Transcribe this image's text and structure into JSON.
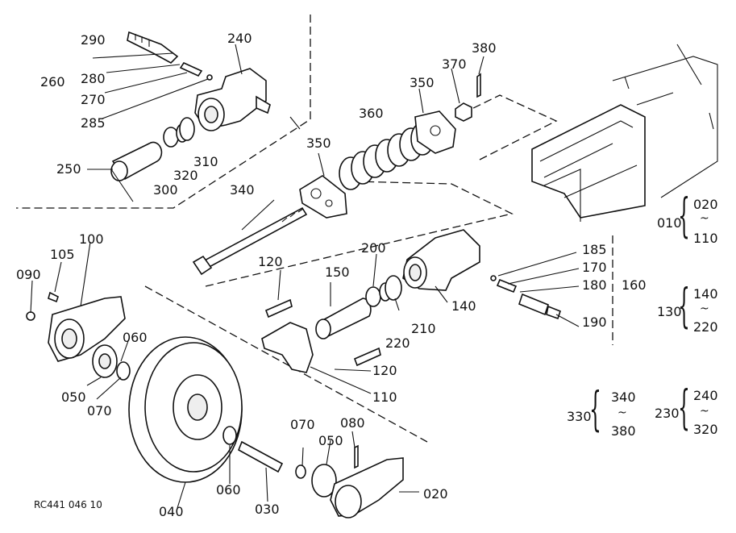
{
  "labels": {
    "p290": "290",
    "p240": "240",
    "p260": "260",
    "p280": "280",
    "p270": "270",
    "p285": "285",
    "p250": "250",
    "p300": "300",
    "p320": "320",
    "p310": "310",
    "p360": "360",
    "p350a": "350",
    "p370": "370",
    "p380": "380",
    "p350b": "350",
    "p340": "340",
    "p100": "100",
    "p105": "105",
    "p090": "090",
    "p120a": "120",
    "p150": "150",
    "p200": "200",
    "p185": "185",
    "p170": "170",
    "p180": "180",
    "p160": "160",
    "p140": "140",
    "p190": "190",
    "p210": "210",
    "p220": "220",
    "p060a": "060",
    "p050a": "050",
    "p070a": "070",
    "p120b": "120",
    "p110": "110",
    "p070b": "070",
    "p080": "080",
    "p050b": "050",
    "p060b": "060",
    "p030": "030",
    "p040": "040",
    "p020": "020"
  },
  "ranges": {
    "r010": {
      "label": "010",
      "from": "020",
      "to": "110"
    },
    "r130": {
      "label": "130",
      "from": "140",
      "to": "220"
    },
    "r330": {
      "label": "330",
      "from": "340",
      "to": "380"
    },
    "r230": {
      "label": "230",
      "from": "240",
      "to": "320"
    },
    "tilde": "~"
  },
  "footer": {
    "drawing_code": "RC441 046 10"
  },
  "colors": {
    "line": "#111111",
    "background": "#ffffff"
  }
}
